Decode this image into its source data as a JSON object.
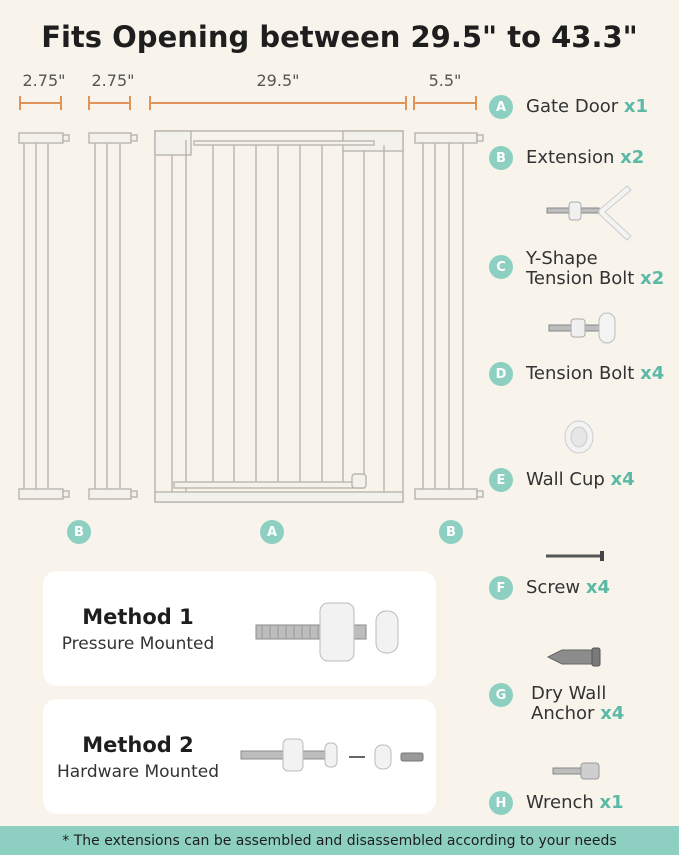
{
  "title": "Fits Opening between 29.5\" to 43.3\"",
  "dimensions": [
    "2.75\"",
    "2.75\"",
    "29.5\"",
    "5.5\""
  ],
  "panel_badges": [
    "B",
    "A",
    "B"
  ],
  "parts": [
    {
      "letter": "A",
      "name": "Gate Door",
      "qty": "x1",
      "icon": "gate-door-icon"
    },
    {
      "letter": "B",
      "name": "Extension",
      "qty": "x2",
      "icon": "extension-icon"
    },
    {
      "letter": "C",
      "name_line1": "Y-Shape",
      "name_line2": "Tension Bolt",
      "qty": "x2",
      "icon": "y-shape-tension-bolt-icon"
    },
    {
      "letter": "D",
      "name": "Tension Bolt",
      "qty": "x4",
      "icon": "tension-bolt-icon"
    },
    {
      "letter": "E",
      "name": "Wall Cup",
      "qty": "x4",
      "icon": "wall-cup-icon"
    },
    {
      "letter": "F",
      "name": "Screw",
      "qty": "x4",
      "icon": "screw-icon"
    },
    {
      "letter": "G",
      "name_line1": "Dry Wall",
      "name_line2": "Anchor",
      "qty": "x4",
      "icon": "drywall-anchor-icon"
    },
    {
      "letter": "H",
      "name": "Wrench",
      "qty": "x1",
      "icon": "wrench-icon"
    }
  ],
  "methods": [
    {
      "title": "Method 1",
      "subtitle": "Pressure Mounted"
    },
    {
      "title": "Method 2",
      "subtitle": "Hardware Mounted"
    }
  ],
  "footer": "* The extensions can be assembled and disassembled according to your needs",
  "colors": {
    "accent": "#8dd0c2",
    "qty": "#5bb9a6",
    "dimension": "#e0935a",
    "background": "#f8f4ec"
  }
}
